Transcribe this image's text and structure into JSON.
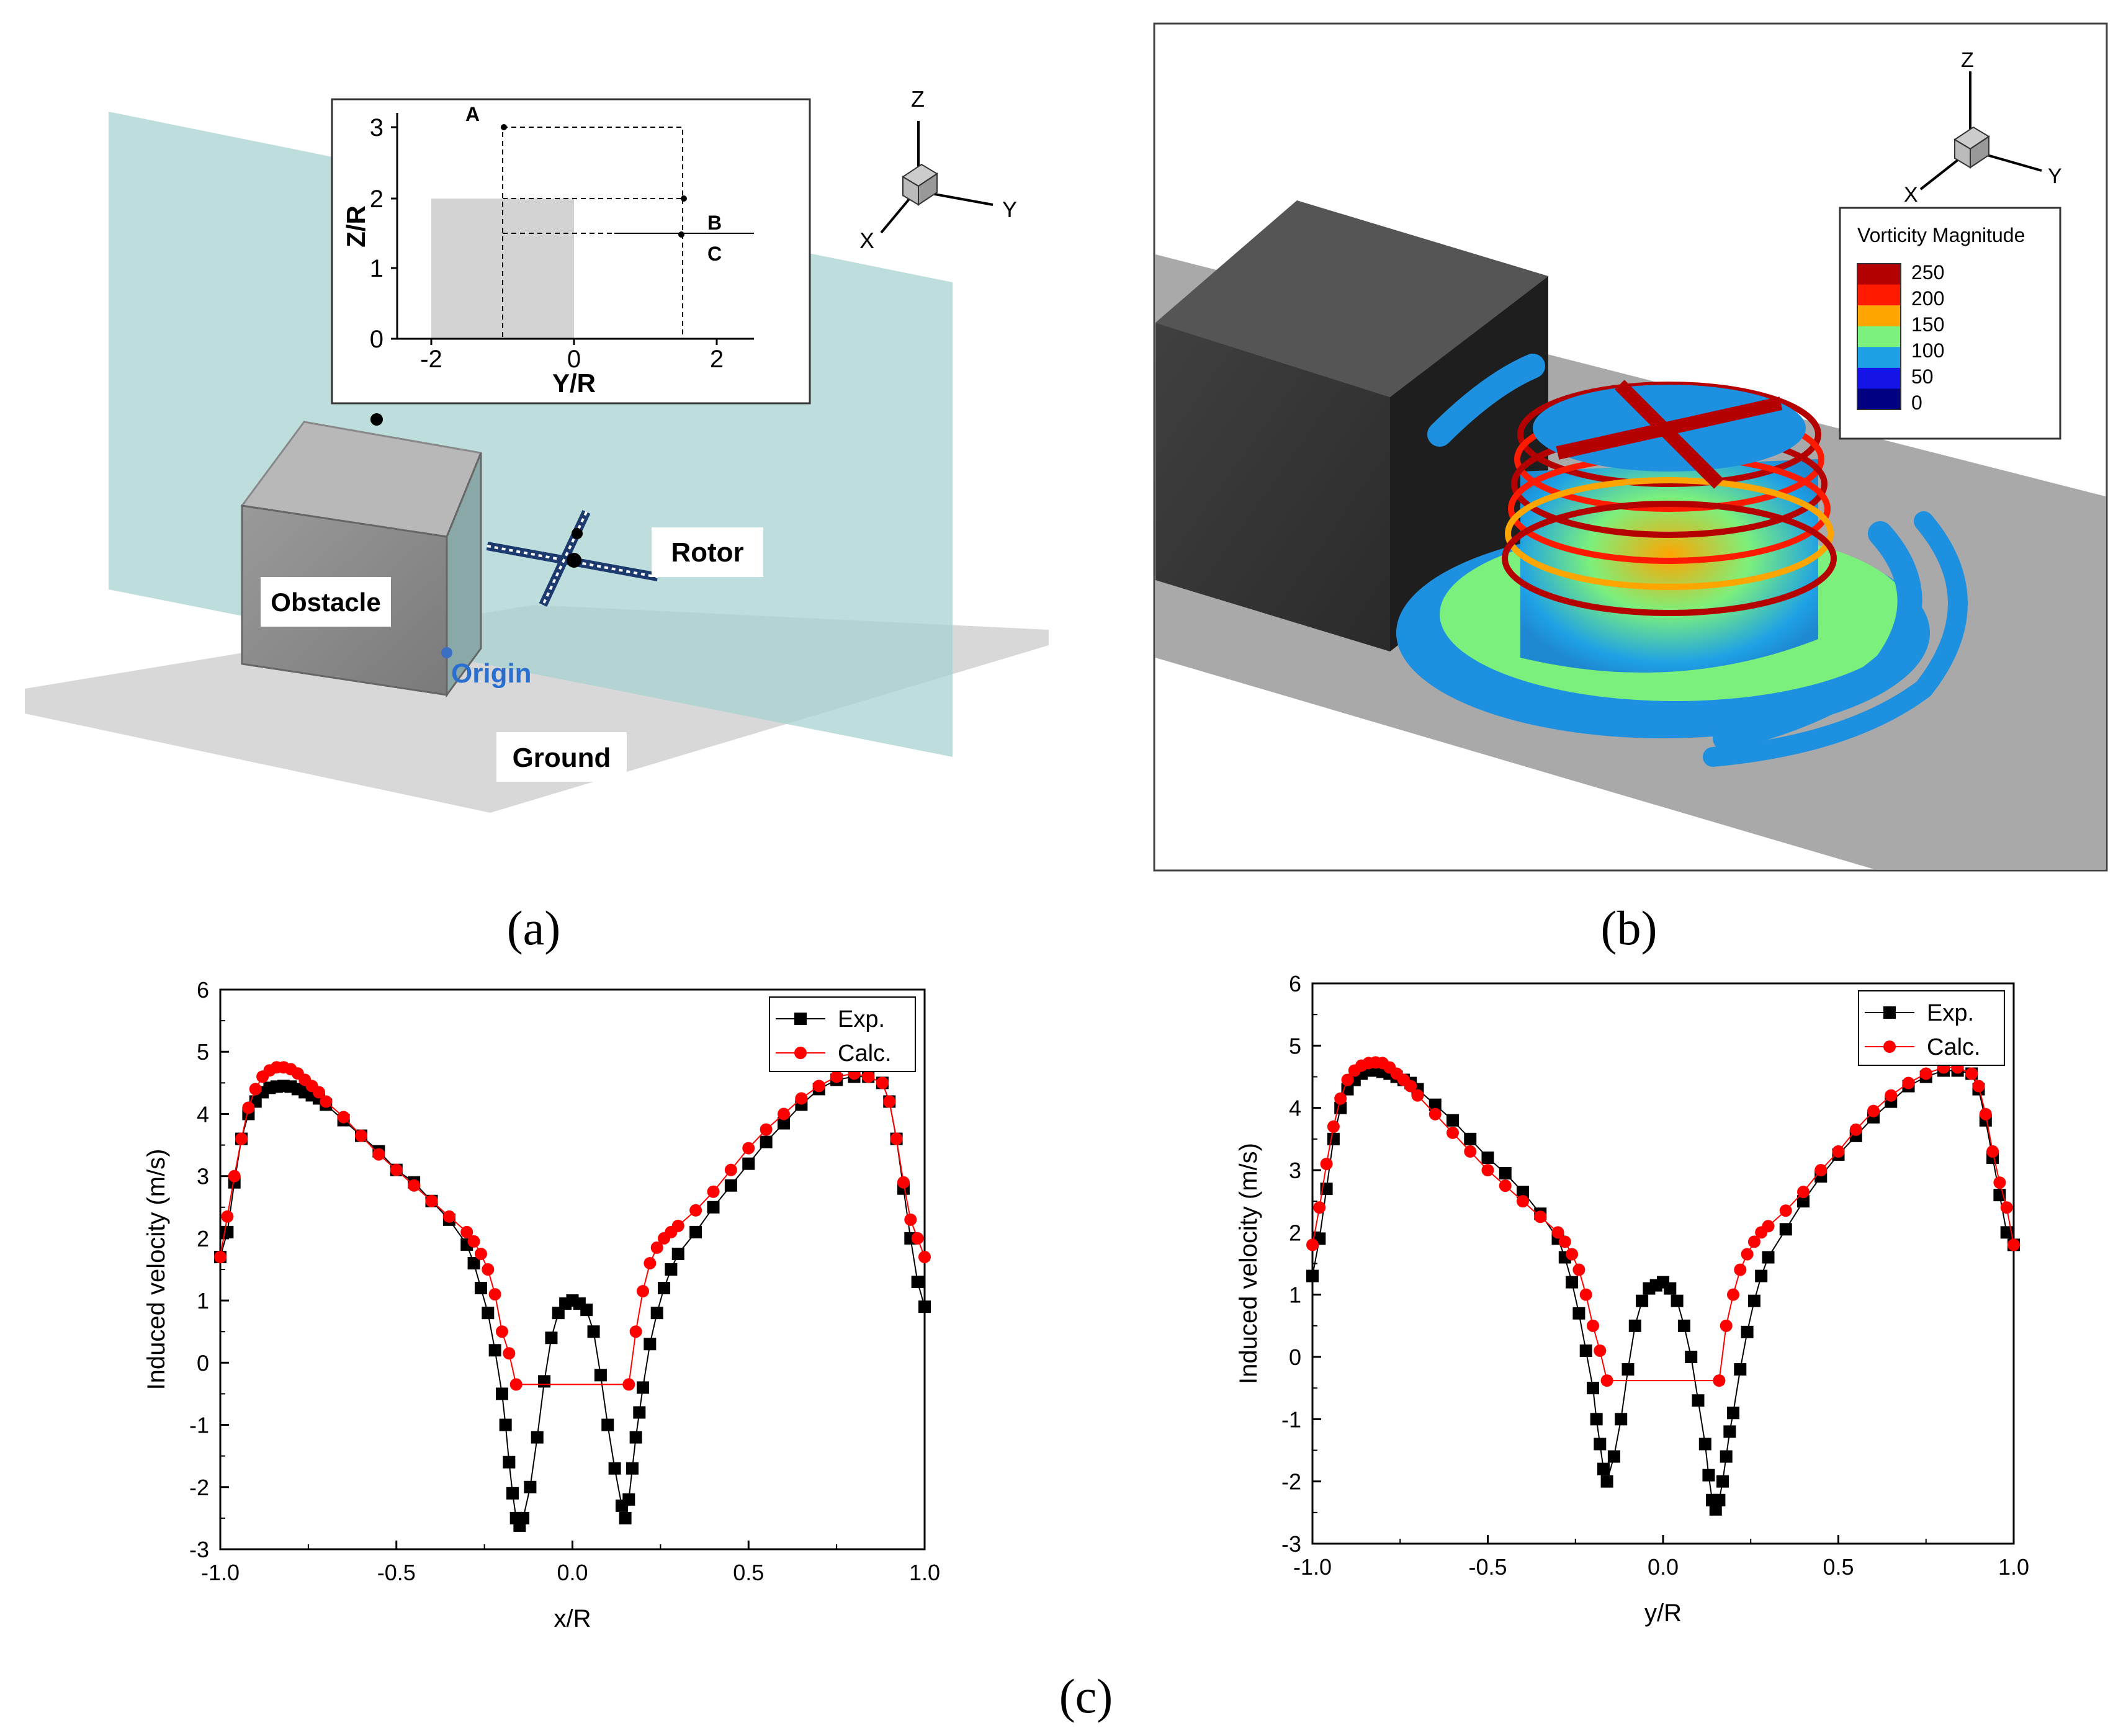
{
  "panel_a": {
    "caption": "(a)",
    "labels": {
      "obstacle": "Obstacle",
      "rotor": "Rotor",
      "origin": "Origin",
      "ground": "Ground"
    },
    "axes_triad": {
      "x": "X",
      "y": "Y",
      "z": "Z"
    },
    "inset": {
      "xlabel": "Y/R",
      "ylabel": "Z/R",
      "xticks": [
        "-2",
        "0",
        "2"
      ],
      "yticks": [
        "0",
        "1",
        "2",
        "3"
      ],
      "points": {
        "A": "A",
        "B": "B",
        "C": "C"
      }
    }
  },
  "panel_b": {
    "caption": "(b)",
    "axes_triad": {
      "x": "X",
      "y": "Y",
      "z": "Z"
    },
    "legend": {
      "title": "Vorticity Magnitude",
      "levels": [
        "250",
        "200",
        "150",
        "100",
        "50",
        "0"
      ],
      "colors": [
        "#b40000",
        "#ff1a00",
        "#ffa500",
        "#7cf07c",
        "#1ea0e6",
        "#1414e6",
        "#000080"
      ]
    }
  },
  "panel_c": {
    "caption": "(c)"
  },
  "chart_data": [
    {
      "type": "scatter",
      "xlabel": "x/R",
      "ylabel": "Induced velocity (m/s)",
      "xlim": [
        -1.0,
        1.0
      ],
      "ylim": [
        -3,
        6
      ],
      "xticks": [
        "-1.0",
        "-0.5",
        "0.0",
        "0.5",
        "1.0"
      ],
      "yticks": [
        "-3",
        "-2",
        "-1",
        "0",
        "1",
        "2",
        "3",
        "4",
        "5",
        "6"
      ],
      "legend_position": "top-right",
      "series": [
        {
          "name": "Exp.",
          "color": "#000000",
          "marker": "square",
          "x": [
            -1.0,
            -0.98,
            -0.96,
            -0.94,
            -0.92,
            -0.9,
            -0.88,
            -0.86,
            -0.84,
            -0.82,
            -0.8,
            -0.78,
            -0.76,
            -0.74,
            -0.72,
            -0.7,
            -0.65,
            -0.6,
            -0.55,
            -0.5,
            -0.45,
            -0.4,
            -0.35,
            -0.3,
            -0.28,
            -0.26,
            -0.24,
            -0.22,
            -0.2,
            -0.19,
            -0.18,
            -0.17,
            -0.16,
            -0.15,
            -0.14,
            -0.12,
            -0.1,
            -0.08,
            -0.06,
            -0.04,
            -0.02,
            0.0,
            0.02,
            0.04,
            0.06,
            0.08,
            0.1,
            0.12,
            0.14,
            0.15,
            0.16,
            0.17,
            0.18,
            0.19,
            0.2,
            0.22,
            0.24,
            0.26,
            0.28,
            0.3,
            0.35,
            0.4,
            0.45,
            0.5,
            0.55,
            0.6,
            0.65,
            0.7,
            0.75,
            0.8,
            0.84,
            0.88,
            0.9,
            0.92,
            0.94,
            0.96,
            0.98,
            1.0
          ],
          "y": [
            1.7,
            2.1,
            2.9,
            3.6,
            4.0,
            4.2,
            4.35,
            4.42,
            4.44,
            4.45,
            4.44,
            4.4,
            4.35,
            4.3,
            4.25,
            4.15,
            3.9,
            3.65,
            3.4,
            3.1,
            2.9,
            2.6,
            2.3,
            1.9,
            1.6,
            1.2,
            0.8,
            0.2,
            -0.5,
            -1.0,
            -1.6,
            -2.1,
            -2.5,
            -2.62,
            -2.5,
            -2.0,
            -1.2,
            -0.3,
            0.4,
            0.8,
            0.95,
            1.0,
            0.95,
            0.85,
            0.5,
            -0.2,
            -1.0,
            -1.7,
            -2.3,
            -2.5,
            -2.2,
            -1.7,
            -1.2,
            -0.8,
            -0.4,
            0.3,
            0.8,
            1.2,
            1.5,
            1.75,
            2.1,
            2.5,
            2.85,
            3.2,
            3.55,
            3.85,
            4.15,
            4.4,
            4.55,
            4.6,
            4.6,
            4.5,
            4.2,
            3.6,
            2.8,
            2.0,
            1.3,
            0.9
          ]
        },
        {
          "name": "Calc.",
          "color": "#ff0000",
          "marker": "circle",
          "x": [
            -1.0,
            -0.98,
            -0.96,
            -0.94,
            -0.92,
            -0.9,
            -0.88,
            -0.86,
            -0.84,
            -0.82,
            -0.8,
            -0.78,
            -0.76,
            -0.74,
            -0.72,
            -0.7,
            -0.65,
            -0.6,
            -0.55,
            -0.5,
            -0.45,
            -0.4,
            -0.35,
            -0.3,
            -0.28,
            -0.26,
            -0.24,
            -0.22,
            -0.2,
            -0.18,
            -0.16,
            0.16,
            0.18,
            0.2,
            0.22,
            0.24,
            0.26,
            0.28,
            0.3,
            0.35,
            0.4,
            0.45,
            0.5,
            0.55,
            0.6,
            0.65,
            0.7,
            0.75,
            0.8,
            0.84,
            0.88,
            0.9,
            0.92,
            0.94,
            0.96,
            0.98,
            1.0
          ],
          "y": [
            1.7,
            2.35,
            3.0,
            3.6,
            4.1,
            4.4,
            4.6,
            4.7,
            4.75,
            4.75,
            4.72,
            4.65,
            4.55,
            4.45,
            4.35,
            4.2,
            3.95,
            3.65,
            3.35,
            3.1,
            2.85,
            2.6,
            2.35,
            2.1,
            1.95,
            1.75,
            1.5,
            1.1,
            0.5,
            0.15,
            -0.35,
            -0.35,
            0.5,
            1.15,
            1.6,
            1.85,
            2.0,
            2.1,
            2.2,
            2.45,
            2.75,
            3.1,
            3.45,
            3.75,
            4.0,
            4.25,
            4.45,
            4.6,
            4.65,
            4.6,
            4.5,
            4.2,
            3.6,
            2.9,
            2.3,
            2.0,
            1.7
          ]
        }
      ]
    },
    {
      "type": "scatter",
      "xlabel": "y/R",
      "ylabel": "Induced velocity (m/s)",
      "xlim": [
        -1.0,
        1.0
      ],
      "ylim": [
        -3,
        6
      ],
      "xticks": [
        "-1.0",
        "-0.5",
        "0.0",
        "0.5",
        "1.0"
      ],
      "yticks": [
        "-3",
        "-2",
        "-1",
        "0",
        "1",
        "2",
        "3",
        "4",
        "5",
        "6"
      ],
      "legend_position": "top-right",
      "series": [
        {
          "name": "Exp.",
          "color": "#000000",
          "marker": "square",
          "x": [
            -1.0,
            -0.98,
            -0.96,
            -0.94,
            -0.92,
            -0.9,
            -0.88,
            -0.86,
            -0.84,
            -0.82,
            -0.8,
            -0.78,
            -0.76,
            -0.74,
            -0.72,
            -0.7,
            -0.65,
            -0.6,
            -0.55,
            -0.5,
            -0.45,
            -0.4,
            -0.35,
            -0.3,
            -0.28,
            -0.26,
            -0.24,
            -0.22,
            -0.2,
            -0.19,
            -0.18,
            -0.17,
            -0.16,
            -0.14,
            -0.12,
            -0.1,
            -0.08,
            -0.06,
            -0.04,
            -0.02,
            0.0,
            0.02,
            0.04,
            0.06,
            0.08,
            0.1,
            0.12,
            0.13,
            0.14,
            0.15,
            0.16,
            0.17,
            0.18,
            0.19,
            0.2,
            0.22,
            0.24,
            0.26,
            0.28,
            0.3,
            0.35,
            0.4,
            0.45,
            0.5,
            0.55,
            0.6,
            0.65,
            0.7,
            0.75,
            0.8,
            0.84,
            0.88,
            0.9,
            0.92,
            0.94,
            0.96,
            0.98,
            1.0
          ],
          "y": [
            1.3,
            1.9,
            2.7,
            3.5,
            4.0,
            4.3,
            4.45,
            4.55,
            4.6,
            4.6,
            4.58,
            4.55,
            4.5,
            4.45,
            4.4,
            4.3,
            4.05,
            3.8,
            3.5,
            3.2,
            2.95,
            2.65,
            2.3,
            1.9,
            1.6,
            1.2,
            0.7,
            0.1,
            -0.5,
            -1.0,
            -1.4,
            -1.8,
            -2.0,
            -1.6,
            -1.0,
            -0.2,
            0.5,
            0.9,
            1.1,
            1.15,
            1.2,
            1.1,
            0.9,
            0.5,
            0.0,
            -0.7,
            -1.4,
            -1.9,
            -2.3,
            -2.45,
            -2.3,
            -2.0,
            -1.6,
            -1.2,
            -0.9,
            -0.2,
            0.4,
            0.9,
            1.3,
            1.6,
            2.05,
            2.5,
            2.9,
            3.25,
            3.55,
            3.85,
            4.1,
            4.35,
            4.5,
            4.6,
            4.6,
            4.55,
            4.3,
            3.8,
            3.2,
            2.6,
            2.0,
            1.8
          ]
        },
        {
          "name": "Calc.",
          "color": "#ff0000",
          "marker": "circle",
          "x": [
            -1.0,
            -0.98,
            -0.96,
            -0.94,
            -0.92,
            -0.9,
            -0.88,
            -0.86,
            -0.84,
            -0.82,
            -0.8,
            -0.78,
            -0.76,
            -0.74,
            -0.72,
            -0.7,
            -0.65,
            -0.6,
            -0.55,
            -0.5,
            -0.45,
            -0.4,
            -0.35,
            -0.3,
            -0.28,
            -0.26,
            -0.24,
            -0.22,
            -0.2,
            -0.18,
            -0.16,
            0.16,
            0.18,
            0.2,
            0.22,
            0.24,
            0.26,
            0.28,
            0.3,
            0.35,
            0.4,
            0.45,
            0.5,
            0.55,
            0.6,
            0.65,
            0.7,
            0.75,
            0.8,
            0.84,
            0.88,
            0.9,
            0.92,
            0.94,
            0.96,
            0.98,
            1.0
          ],
          "y": [
            1.8,
            2.4,
            3.1,
            3.7,
            4.15,
            4.45,
            4.6,
            4.68,
            4.72,
            4.73,
            4.72,
            4.65,
            4.55,
            4.45,
            4.35,
            4.2,
            3.9,
            3.6,
            3.3,
            3.0,
            2.75,
            2.5,
            2.25,
            2.0,
            1.85,
            1.65,
            1.4,
            1.0,
            0.5,
            0.1,
            -0.38,
            -0.38,
            0.5,
            1.0,
            1.4,
            1.65,
            1.85,
            2.0,
            2.1,
            2.35,
            2.65,
            3.0,
            3.3,
            3.65,
            3.95,
            4.2,
            4.4,
            4.55,
            4.65,
            4.65,
            4.55,
            4.35,
            3.9,
            3.3,
            2.8,
            2.4,
            1.8
          ]
        }
      ]
    }
  ]
}
